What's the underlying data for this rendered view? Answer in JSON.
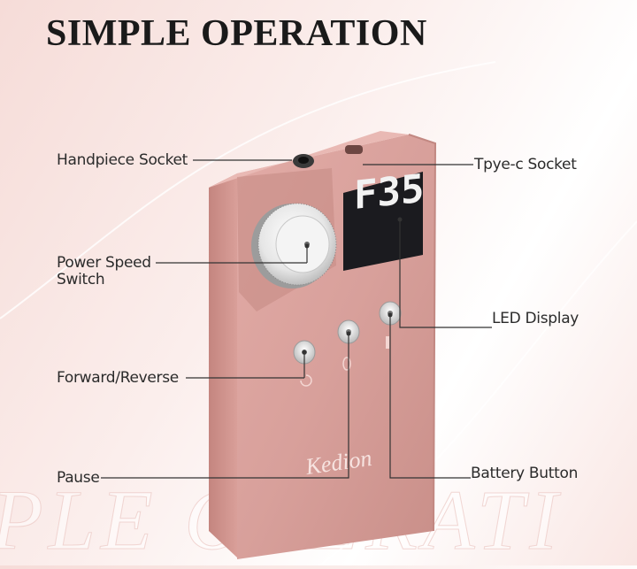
{
  "title": "SIMPLE OPERATION",
  "watermark": "PLE OPERATI",
  "display_text": "F35",
  "brand": "Kedion",
  "labels": {
    "handpiece_socket": "Handpiece Socket",
    "typec_socket": "Tpye-c Socket",
    "power_speed_line1": "Power Speed",
    "power_speed_line2": "Switch",
    "led_display": "LED Display",
    "forward_reverse": "Forward/Reverse",
    "pause": "Pause",
    "battery_button": "Battery Button"
  },
  "colors": {
    "body": "#d9a19c",
    "body_dark": "#b9807a",
    "display_bg": "#1b1b1f",
    "digits": "#f2f2f2"
  }
}
